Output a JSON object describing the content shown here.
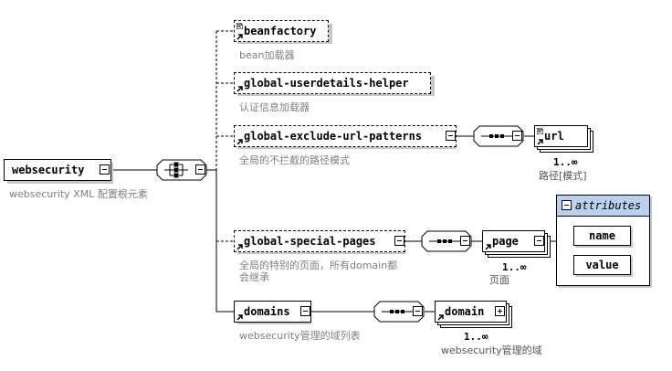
{
  "root": {
    "name": "websecurity",
    "desc": "websecurity XML 配置根元素"
  },
  "children": [
    {
      "name": "beanfactory",
      "desc": "bean加载器"
    },
    {
      "name": "global-userdetails-helper",
      "desc": "认证信息加载器"
    },
    {
      "name": "global-exclude-url-patterns",
      "desc": "全局的不拦截的路径模式"
    },
    {
      "name": "global-special-pages",
      "desc": "全局的特别的页面，所有domain都会继承"
    },
    {
      "name": "domains",
      "desc": "websecurity管理的域列表"
    }
  ],
  "grandchildren": {
    "url": {
      "name": "url",
      "cardinality": "1..∞",
      "desc": "路径[模式]"
    },
    "page": {
      "name": "page",
      "cardinality": "1..∞",
      "desc": "页面"
    },
    "domain": {
      "name": "domain",
      "cardinality": "1..∞",
      "desc": "websecurity管理的域"
    }
  },
  "attributes": {
    "title": "attributes",
    "items": [
      "name",
      "value"
    ]
  },
  "colors": {
    "attr_header": "#b8d1ee",
    "line": "#000000",
    "desc_text": "#808080",
    "shadow": "#c6c6c6"
  }
}
